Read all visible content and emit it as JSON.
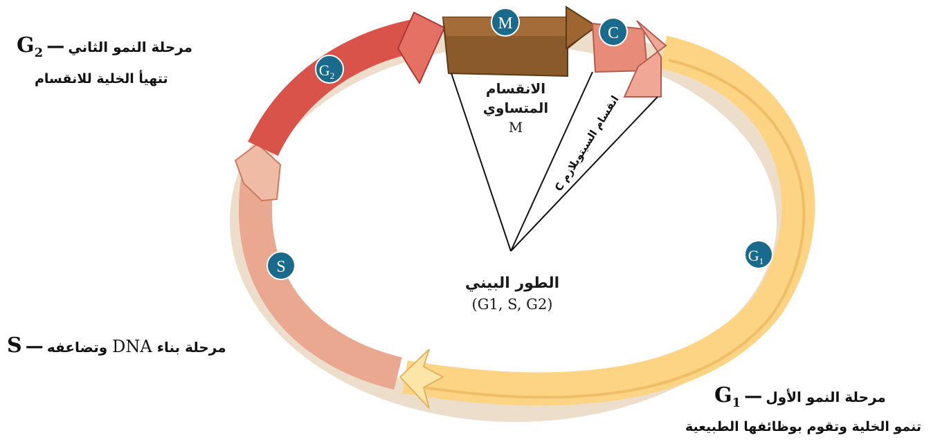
{
  "phases": {
    "g2": {
      "symbol": "G",
      "subscript": "2",
      "name": "مرحلة النمو الثاني",
      "description": "تتهيأ الخلية للانقسام"
    },
    "s": {
      "symbol": "S",
      "name_prefix": "مرحلة بناء",
      "name_dna": "DNA",
      "name_suffix": "وتضاعفه"
    },
    "g1": {
      "symbol": "G",
      "subscript": "1",
      "name": "مرحلة النمو الأول",
      "description": "تنمو الخلية وتقوم بوظائفها الطبيعية"
    }
  },
  "badges": {
    "m": "M",
    "c": "C",
    "g2": "G",
    "g2_sub": "2",
    "s": "S",
    "g1": "G",
    "g1_sub": "1"
  },
  "center": {
    "mitosis_line1": "الانقسام",
    "mitosis_line2": "المتساوي",
    "mitosis_letter": "M",
    "cytokinesis": "انقسام السيتوبلازم C",
    "interphase_title": "الطور البيني",
    "interphase_sub": "(G1, S, G2)"
  },
  "colors": {
    "mitosis": "#8b5a2b",
    "cytokinesis": "#e88c79",
    "g2": "#d9534a",
    "s": "#e9a88f",
    "g1": "#fcd483",
    "badge": "#1a6a8c"
  }
}
